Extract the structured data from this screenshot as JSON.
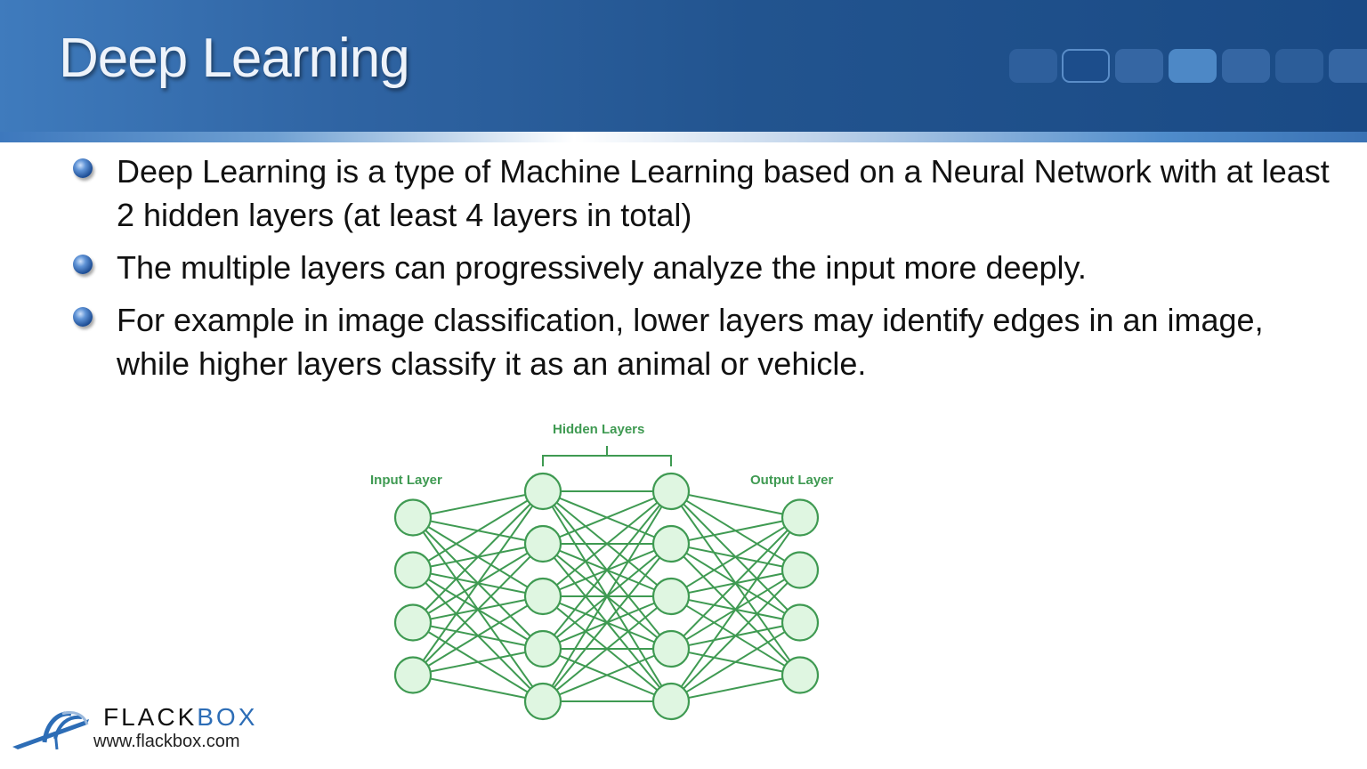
{
  "slide": {
    "title": "Deep Learning",
    "colors": {
      "header_dark": "#1a4a85",
      "header_light": "#3f7bbd",
      "diagram_green": "#3f9a52",
      "node_fill": "#dff6e1",
      "logo_blue": "#2d6db6"
    }
  },
  "header_decoration": {
    "tiles": [
      {
        "style": "faint"
      },
      {
        "style": "outlined"
      },
      {
        "style": "medium"
      },
      {
        "style": "highlight"
      },
      {
        "style": "medium"
      },
      {
        "style": "faint"
      },
      {
        "style": "medium"
      }
    ]
  },
  "bullets": [
    {
      "icon": "sphere-bullet-icon",
      "text": "Deep Learning is a type of Machine Learning based on a Neural Network with at least 2 hidden layers (at least 4 layers in total)"
    },
    {
      "icon": "sphere-bullet-icon",
      "text": "The multiple layers can progressively analyze the input more deeply."
    },
    {
      "icon": "sphere-bullet-icon",
      "text": "For example in image classification, lower layers may identify edges in an image, while higher layers classify it as an animal or vehicle."
    }
  ],
  "diagram": {
    "labels": {
      "input": "Input Layer",
      "hidden": "Hidden Layers",
      "output": "Output Layer"
    },
    "layers": [
      {
        "name": "input",
        "node_count": 4
      },
      {
        "name": "hidden-1",
        "node_count": 5
      },
      {
        "name": "hidden-2",
        "node_count": 5
      },
      {
        "name": "output",
        "node_count": 4
      }
    ]
  },
  "logo": {
    "word_prefix": "FLACK",
    "word_suffix": "BOX",
    "url": "www.flackbox.com"
  }
}
